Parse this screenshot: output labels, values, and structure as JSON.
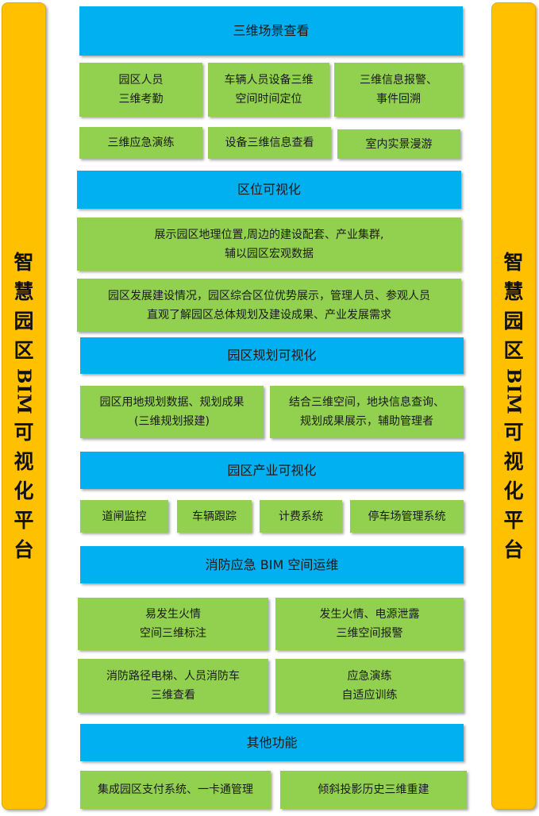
{
  "side_left": {
    "chars": [
      "智",
      "慧",
      "园",
      "区"
    ],
    "latin": "BIM",
    "chars2": [
      "可",
      "视",
      "化",
      "平",
      "台"
    ]
  },
  "side_right": {
    "chars": [
      "智",
      "慧",
      "园",
      "区"
    ],
    "latin": "BIM",
    "chars2": [
      "可",
      "视",
      "化",
      "平",
      "台"
    ]
  },
  "sections": {
    "s1": {
      "title": "三维场景查看",
      "items": [
        "园区人员\n三维考勤",
        "车辆人员设备三维\n空间时间定位",
        "三维信息报警、\n事件回溯",
        "三维应急演练",
        "设备三维信息查看",
        "室内实景漫游"
      ]
    },
    "s2": {
      "title": "区位可视化",
      "items": [
        "展示园区地理位置,周边的建设配套、产业集群,\n辅以园区宏观数据",
        "园区发展建设情况，园区综合区位优势展示，管理人员、参观人员\n直观了解园区总体规划及建设成果、产业发展需求"
      ]
    },
    "s3": {
      "title": "园区规划可视化",
      "items": [
        "园区用地规划数据、规划成果\n(三维规划报建)",
        "结合三维空间，地块信息查询、\n规划成果展示，辅助管理者"
      ]
    },
    "s4": {
      "title": "园区产业可视化",
      "items": [
        "道闸监控",
        "车辆跟踪",
        "计费系统",
        "停车场管理系统"
      ]
    },
    "s5": {
      "title": "消防应急 BIM 空间运维",
      "items": [
        "易发生火情\n空间三维标注",
        "发生火情、电源泄露\n三维空间报警",
        "消防路径电梯、人员消防车\n三维查看",
        "应急演练\n自适应训练"
      ]
    },
    "s6": {
      "title": "其他功能",
      "items": [
        "集成园区支付系统、一卡通管理",
        "倾斜投影历史三维重建"
      ]
    }
  },
  "colors": {
    "header": "#00B0F0",
    "item": "#92D050",
    "side": "#FFC000"
  }
}
